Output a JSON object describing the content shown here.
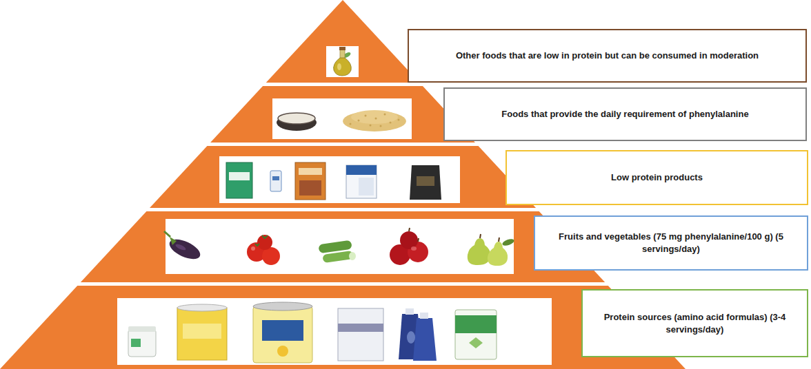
{
  "diagram": {
    "nodes": [
      {
        "text": [
          "Other foods that are low in protein but can be consumed in moderation"
        ]
      },
      {
        "text": [
          "Foods that provide the daily requirement of phenylalanine"
        ]
      },
      {
        "text": [
          "Low protein products"
        ]
      },
      {
        "text": [
          "Fruits and vegetables (75 mg phenylalanine/100 g) (5 servings/day)"
        ]
      },
      {
        "text": [
          "Protein sources (amino acid formulas) (3-4 servings/day)"
        ]
      }
    ]
  }
}
